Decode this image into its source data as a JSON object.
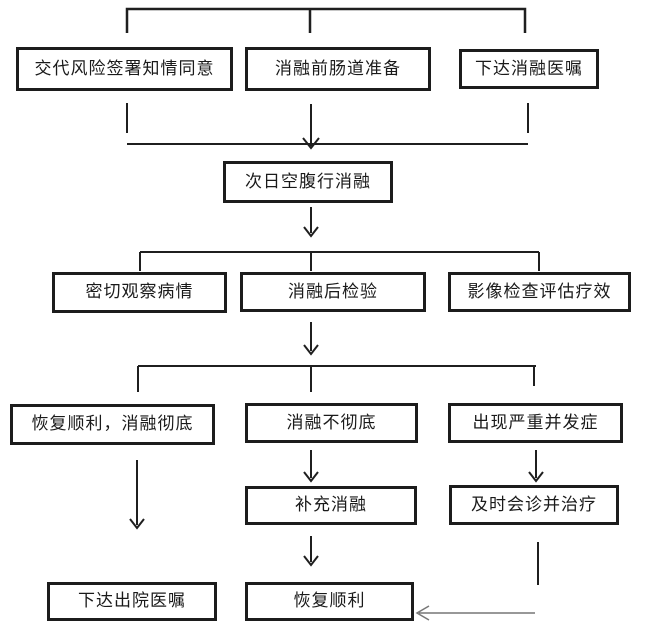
{
  "colors": {
    "line": "#1f1f1f",
    "secondary_arrow": "#777777",
    "box_border": "#1c1c1c",
    "background": "#ffffff",
    "text": "#1a1a1a"
  },
  "nodes": {
    "consent": {
      "label": "交代风险签署知情同意"
    },
    "bowel_prep": {
      "label": "消融前肠道准备"
    },
    "ablation_order": {
      "label": "下达消融医嘱"
    },
    "fasting_ablation": {
      "label": "次日空腹行消融"
    },
    "observe": {
      "label": "密切观察病情"
    },
    "post_tests": {
      "label": "消融后检验"
    },
    "imaging_eval": {
      "label": "影像检查评估疗效"
    },
    "smooth_complete": {
      "label": "恢复顺利，消融彻底"
    },
    "incomplete": {
      "label": "消融不彻底"
    },
    "complication": {
      "label": "出现严重并发症"
    },
    "supplement": {
      "label": "补充消融"
    },
    "consult_treat": {
      "label": "及时会诊并治疗"
    },
    "discharge_order": {
      "label": "下达出院医嘱"
    },
    "smooth_recovery": {
      "label": "恢复顺利"
    }
  },
  "edges": [
    {
      "from": "start",
      "to": "consent",
      "type": "bracket"
    },
    {
      "from": "start",
      "to": "bowel_prep",
      "type": "bracket"
    },
    {
      "from": "start",
      "to": "ablation_order",
      "type": "bracket"
    },
    {
      "from": "consent",
      "to": "fasting_ablation",
      "type": "converge-arrow"
    },
    {
      "from": "bowel_prep",
      "to": "fasting_ablation",
      "type": "converge-arrow"
    },
    {
      "from": "ablation_order",
      "to": "fasting_ablation",
      "type": "converge-arrow"
    },
    {
      "from": "fasting_ablation",
      "to": "observe",
      "type": "diverge"
    },
    {
      "from": "fasting_ablation",
      "to": "post_tests",
      "type": "diverge"
    },
    {
      "from": "fasting_ablation",
      "to": "imaging_eval",
      "type": "diverge"
    },
    {
      "from": "post_tests",
      "to": "smooth_complete",
      "type": "diverge"
    },
    {
      "from": "post_tests",
      "to": "incomplete",
      "type": "diverge"
    },
    {
      "from": "post_tests",
      "to": "complication",
      "type": "diverge"
    },
    {
      "from": "smooth_complete",
      "to": "discharge_order",
      "type": "arrow"
    },
    {
      "from": "incomplete",
      "to": "supplement",
      "type": "arrow"
    },
    {
      "from": "supplement",
      "to": "smooth_recovery",
      "type": "arrow"
    },
    {
      "from": "complication",
      "to": "consult_treat",
      "type": "arrow"
    },
    {
      "from": "consult_treat",
      "to": "smooth_recovery",
      "type": "gray-arrow"
    }
  ]
}
